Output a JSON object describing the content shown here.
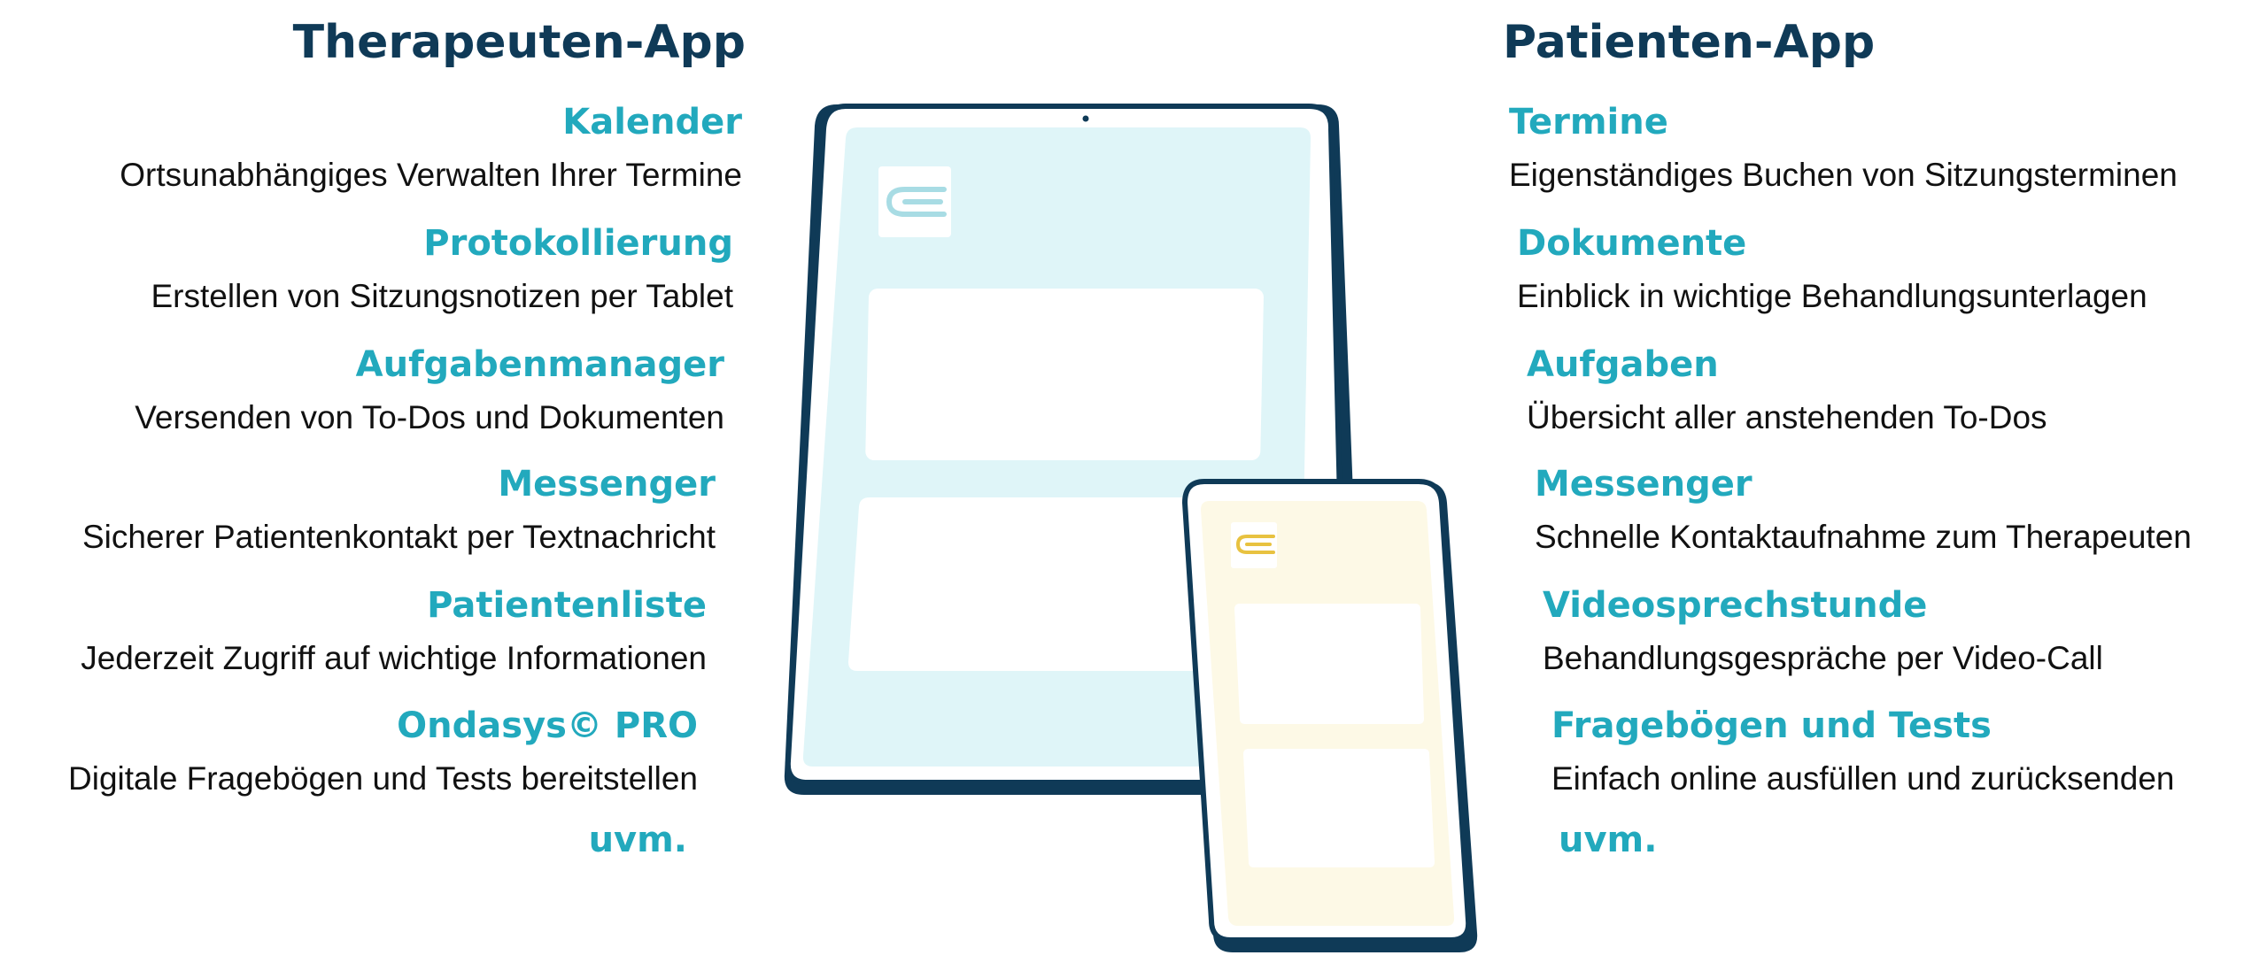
{
  "therapist": {
    "title": "Therapeuten-App",
    "features": [
      {
        "title": "Kalender",
        "desc": "Ortsunabhängiges Verwalten Ihrer Termine"
      },
      {
        "title": "Protokollierung",
        "desc": "Erstellen von Sitzungsnotizen per Tablet"
      },
      {
        "title": "Aufgabenmanager",
        "desc": "Versenden von To-Dos und Dokumenten"
      },
      {
        "title": "Messenger",
        "desc": "Sicherer Patientenkontakt per Textnachricht"
      },
      {
        "title": "Patientenliste",
        "desc": "Jederzeit Zugriff auf wichtige Informationen"
      },
      {
        "title": "Ondasys© PRO",
        "desc": "Digitale Fragebögen und Tests bereitstellen"
      }
    ],
    "more": "uvm."
  },
  "patient": {
    "title": "Patienten-App",
    "features": [
      {
        "title": "Termine",
        "desc": "Eigenständiges Buchen von Sitzungsterminen"
      },
      {
        "title": "Dokumente",
        "desc": "Einblick in wichtige Behandlungsunterlagen"
      },
      {
        "title": "Aufgaben",
        "desc": "Übersicht aller anstehenden To-Dos"
      },
      {
        "title": "Messenger",
        "desc": "Schnelle Kontaktaufnahme zum Therapeuten"
      },
      {
        "title": "Videosprechstunde",
        "desc": "Behandlungsgespräche per Video-Call"
      },
      {
        "title": "Fragebögen und Tests",
        "desc": "Einfach online ausfüllen und zurücksenden"
      }
    ],
    "more": "uvm."
  },
  "colors": {
    "heading": "#0f3a57",
    "accent": "#22a9bd",
    "tablet_screen": "#dff5f8",
    "phone_screen": "#fdf9e6",
    "logo_tablet": "#a8dce4",
    "logo_phone": "#e8c240"
  },
  "icons": {
    "tablet_logo": "app-logo-icon",
    "phone_logo": "app-logo-icon"
  }
}
